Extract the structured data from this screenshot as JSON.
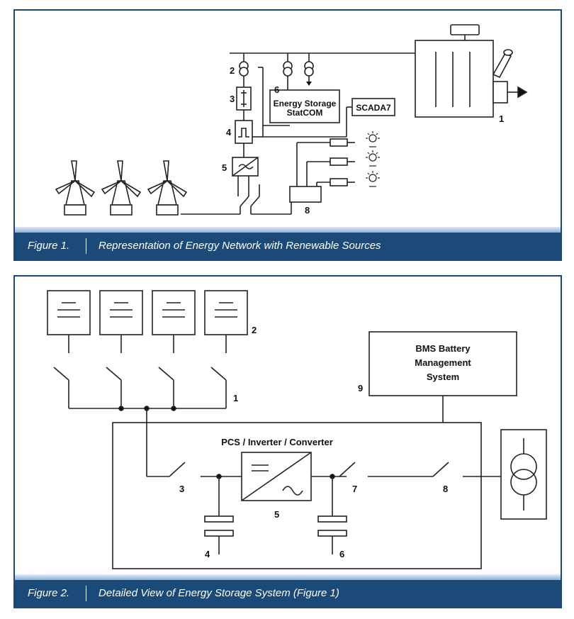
{
  "figure1": {
    "caption_label": "Figure 1.",
    "caption_text": "Representation of Energy Network with Renewable Sources",
    "labels": {
      "n1": "1",
      "n2": "2",
      "n3": "3",
      "n4": "4",
      "n5": "5",
      "n6": "6",
      "n8": "8",
      "storage_line1": "Energy Storage",
      "storage_line2": "StatCOM",
      "scada": "SCADA7"
    }
  },
  "figure2": {
    "caption_label": "Figure 2.",
    "caption_text": "Detailed View of Energy Storage System (Figure 1)",
    "labels": {
      "n1": "1",
      "n2": "2",
      "n3": "3",
      "n4": "4",
      "n5": "5",
      "n6": "6",
      "n7": "7",
      "n8": "8",
      "n9": "9",
      "pcs": "PCS / Inverter / Converter",
      "bms_line1": "BMS Battery",
      "bms_line2": "Management",
      "bms_line3": "System"
    }
  }
}
